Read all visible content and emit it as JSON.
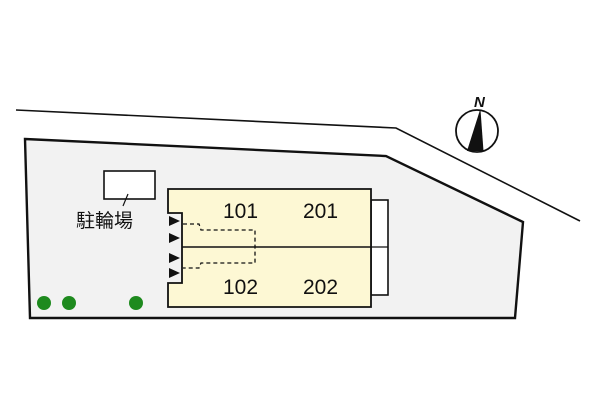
{
  "site_plan": {
    "colors": {
      "lot_fill": "#f2f2f2",
      "building_fill": "#fdf8d4",
      "tree_fill": "#1e8a1e",
      "line": "#111111",
      "balcony_fill": "#ffffff"
    },
    "north_label": "N",
    "bicycle_parking_label": "駐輪場",
    "units": [
      {
        "id": "101",
        "label": "101"
      },
      {
        "id": "201",
        "label": "201"
      },
      {
        "id": "102",
        "label": "102"
      },
      {
        "id": "202",
        "label": "202"
      }
    ],
    "entrance_markers": 4,
    "trees": 3
  }
}
